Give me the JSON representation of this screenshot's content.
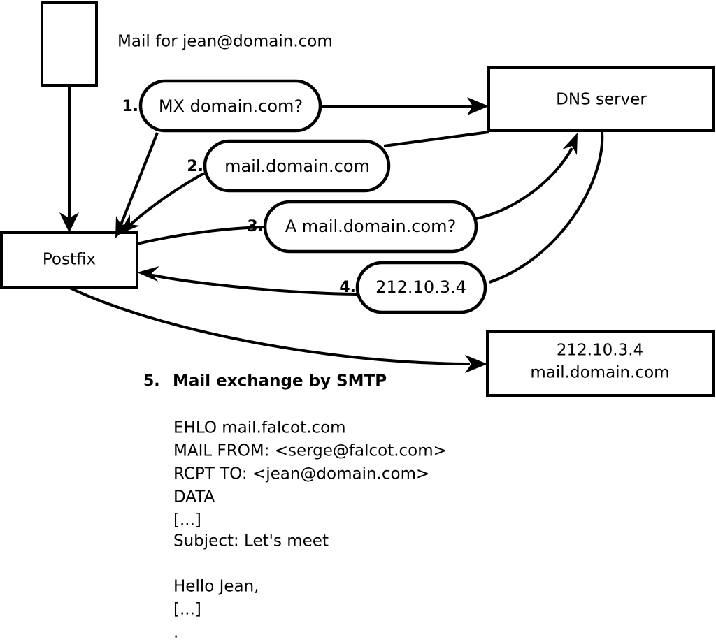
{
  "diagram": {
    "title_caption": "Mail for jean@domain.com",
    "nodes": [
      {
        "id": "client",
        "label": "",
        "kind": "rectangle"
      },
      {
        "id": "postfix",
        "label": "Postfix",
        "kind": "rectangle"
      },
      {
        "id": "dns",
        "label": "DNS server",
        "kind": "rectangle"
      },
      {
        "id": "mailserver_line1",
        "label": "212.10.3.4",
        "kind": "rectangle"
      },
      {
        "id": "mailserver_line2",
        "label": "mail.domain.com",
        "kind": "rectangle"
      }
    ],
    "steps": [
      {
        "number": "1.",
        "message": "MX domain.com?"
      },
      {
        "number": "2.",
        "message": "mail.domain.com"
      },
      {
        "number": "3.",
        "message": "A mail.domain.com?"
      },
      {
        "number": "4.",
        "message": "212.10.3.4"
      }
    ],
    "step5": {
      "number": "5.",
      "label": "Mail exchange by SMTP"
    },
    "transcript": [
      "EHLO mail.falcot.com",
      "MAIL FROM: <serge@falcot.com>",
      "RCPT TO: <jean@domain.com>",
      "DATA",
      "[...]",
      "Subject: Let's meet",
      "",
      "Hello Jean,",
      "[...]",
      "."
    ],
    "colors": {
      "stroke": "#000000",
      "fill": "#ffffff",
      "text": "#000000"
    }
  }
}
